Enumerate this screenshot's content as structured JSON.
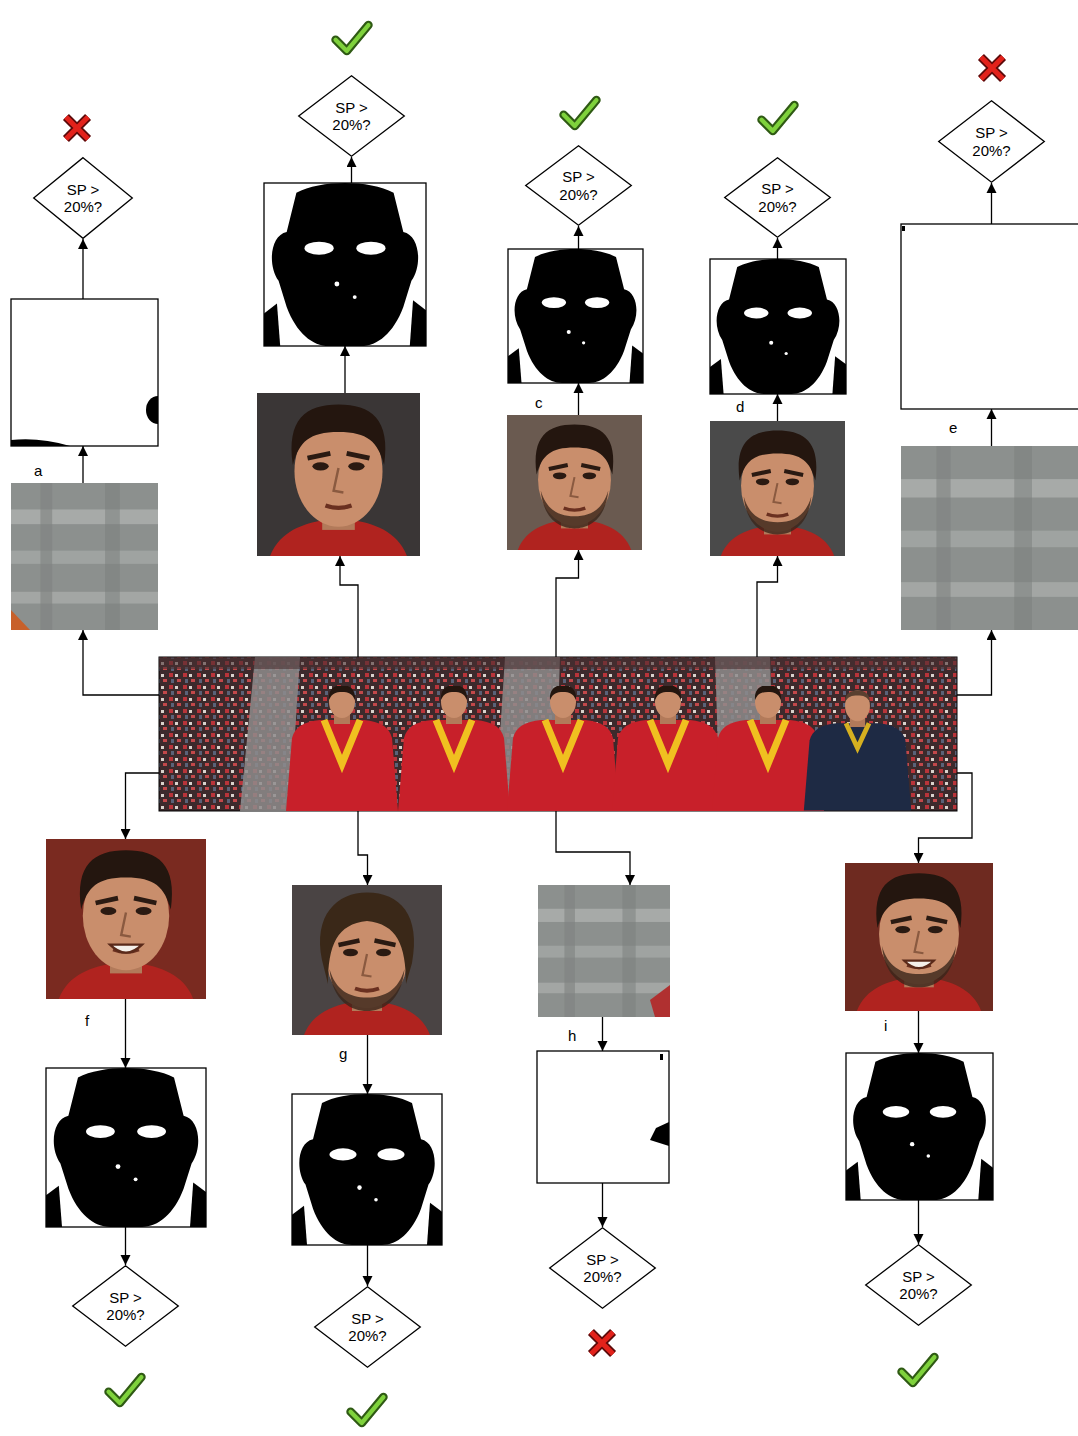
{
  "diagram": {
    "nodes": [
      {
        "text": [
          "SP > 20%?"
        ]
      },
      {
        "text": [
          "SP > 20%?"
        ]
      },
      {
        "text": [
          "SP > 20%?"
        ]
      },
      {
        "text": [
          "SP > 20%?"
        ]
      },
      {
        "text": [
          "SP > 20%?"
        ]
      },
      {
        "text": [
          "a"
        ]
      },
      {
        "text": [
          "c"
        ]
      },
      {
        "text": [
          "d"
        ]
      },
      {
        "text": [
          "e"
        ]
      },
      {
        "text": [
          "f"
        ]
      },
      {
        "text": [
          "g"
        ]
      },
      {
        "text": [
          "h"
        ]
      },
      {
        "text": [
          "i"
        ]
      },
      {
        "text": [
          "SP > 20%?"
        ]
      },
      {
        "text": [
          "SP > 20%?"
        ]
      },
      {
        "text": [
          "SP > 20%?"
        ]
      },
      {
        "text": [
          "SP > 20%?"
        ]
      }
    ],
    "edges": [
      {
        "from": 5,
        "to": 0,
        "arrow": "to"
      },
      {
        "from": 6,
        "to": 2,
        "arrow": "to"
      },
      {
        "from": 7,
        "to": 3,
        "arrow": "to"
      },
      {
        "from": 8,
        "to": 4,
        "arrow": "to"
      },
      {
        "from": 9,
        "to": 13,
        "arrow": "to"
      },
      {
        "from": 10,
        "to": 14,
        "arrow": "to"
      },
      {
        "from": 11,
        "to": 15,
        "arrow": "to"
      },
      {
        "from": 12,
        "to": 16,
        "arrow": "to"
      }
    ]
  }
}
